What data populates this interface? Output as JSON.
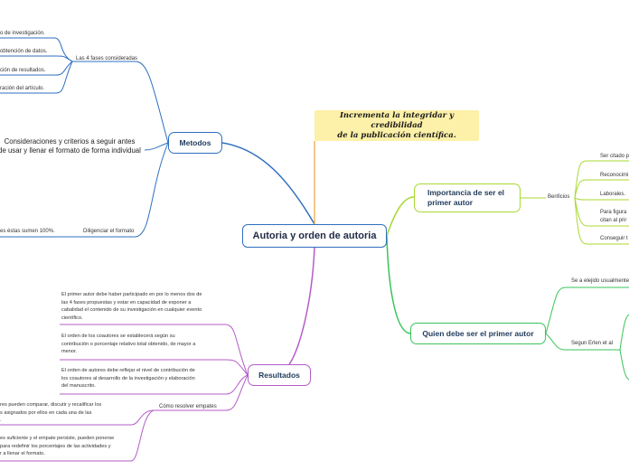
{
  "central": "Autoria y orden de autoria",
  "top_note": {
    "line1": "Incrementa la integridar y credibilidad",
    "line2": "de la publicación científica."
  },
  "metodos": {
    "title": "Metodos",
    "fases": {
      "label": "Las 4 fases consideradas",
      "items": [
        "o de investigación.",
        "obtención de datos.",
        "ción de resultados.",
        "ración del artículo."
      ]
    },
    "consideraciones": {
      "line1": "Consideraciones y criterios a seguir antes",
      "line2": "de usar y llenar el formato de forma individual"
    },
    "diligenciar": {
      "label": "Diligenciar el formato",
      "child": "es éstas sumen 100%."
    }
  },
  "resultados": {
    "title": "Resultados",
    "items": [
      [
        "El primer autor debe haber participado en por lo menos dos de",
        "las 4 fases propuestas y estar en capacidad de exponer a",
        "cabalidad el contenido de su investigación en cualquier evento",
        "científico."
      ],
      [
        "El orden de los coautores se establecerá según su",
        "contribución o porcentaje relativo total obtenido, de mayor a",
        "menor."
      ],
      [
        "El orden de autores debe reflejar el nivel de contribución de",
        "los coautores al desarrollo de la investigación y elaboración",
        "del manuscrito."
      ]
    ],
    "empates": {
      "label": "Cómo resolver empates",
      "items": [
        [
          "res pueden comparar, discutir y recalificar los",
          "s asignados por ellos en cada una de las",
          "."
        ],
        [
          "es suficiente y el empate persiste, pueden ponerse",
          "para redefinir los porcentajes de las actividades y",
          "r a llenar el formato."
        ]
      ]
    }
  },
  "importancia": {
    "title_line1": "Importancia de ser el",
    "title_line2": "primer autor",
    "beneficios": {
      "label": "Benficios",
      "items": [
        "Ser citado p",
        "Reconocimi",
        "Laborales.",
        "Para figura",
        "citan al prir",
        "Conseguir t"
      ]
    }
  },
  "quien": {
    "title": "Quien debe ser el primer autor",
    "items": [
      "Se a elejido usualmente",
      "Segun Erlen et al"
    ]
  }
}
